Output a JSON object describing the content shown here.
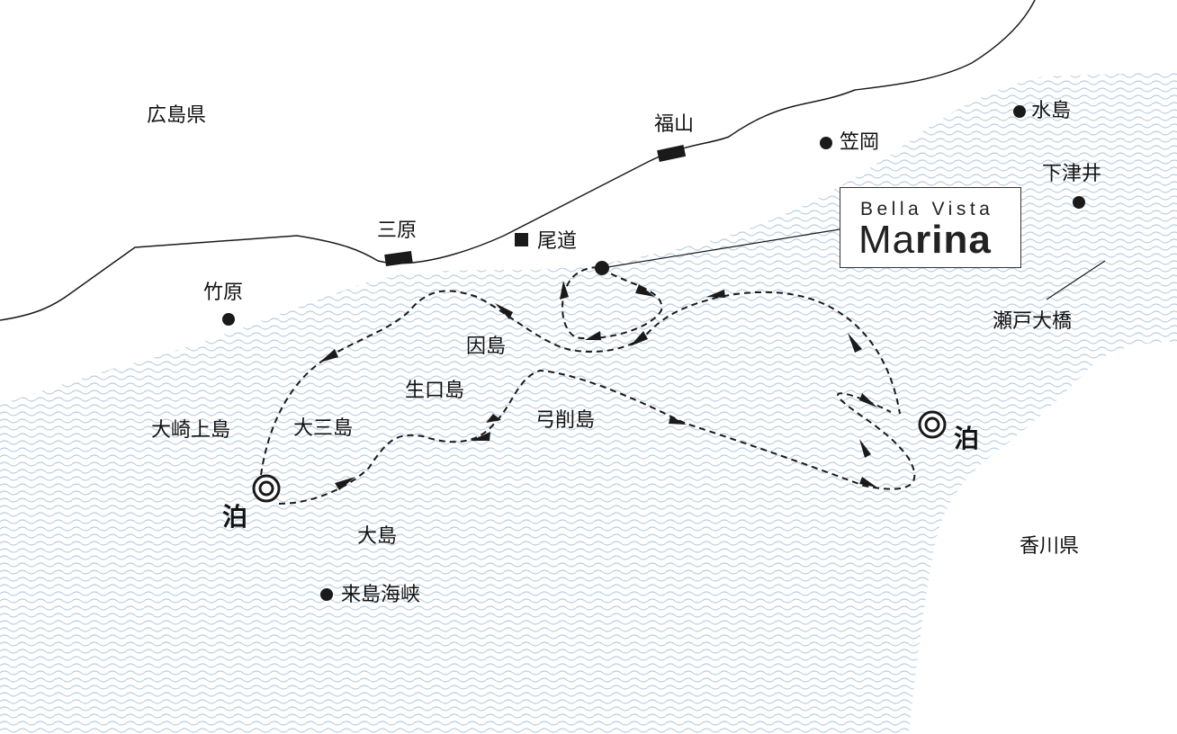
{
  "map": {
    "sea_color": "#dce6ef",
    "land_color": "#ffffff",
    "line_color": "#1a1a1a",
    "labels": {
      "hiroshima": "広島県",
      "kagawa": "香川県",
      "fukuyama": "福山",
      "mihara": "三原",
      "onomichi": "尾道",
      "takehara": "竹原",
      "kasaoka": "笠岡",
      "mizushima": "水島",
      "shimotsui": "下津井",
      "seto_ohashi": "瀬戸大橋",
      "innoshima": "因島",
      "ikuchijima": "生口島",
      "yugeshima": "弓削島",
      "osakikamijima": "大崎上島",
      "omishima": "大三島",
      "oshima": "大島",
      "kurushima": "来島海峡",
      "stay_west": "泊",
      "stay_east": "泊"
    },
    "legend": {
      "top": "Bella Vista",
      "bottom_light": "Ma",
      "bottom_bold": "rina"
    }
  }
}
